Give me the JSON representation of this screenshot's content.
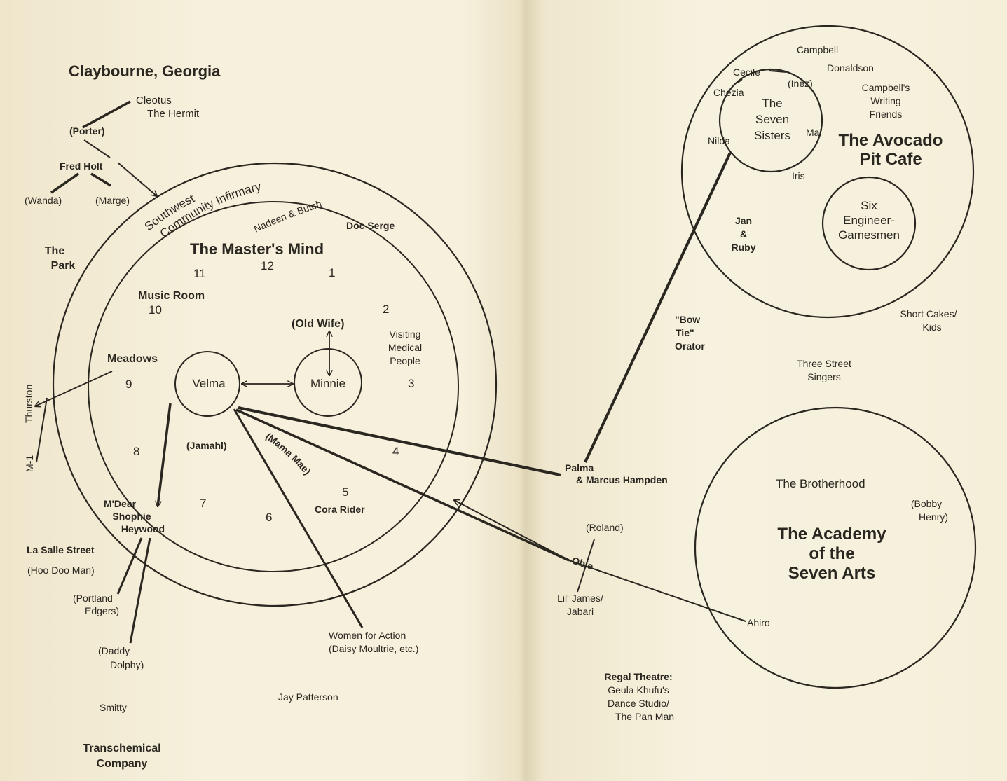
{
  "title": "Claybourne, Georgia",
  "left": {
    "cleotus": [
      "Cleotus",
      "The Hermit"
    ],
    "porter": "(Porter)",
    "fred_holt": "Fred Holt",
    "wanda": "(Wanda)",
    "marge": "(Marge)",
    "the_park": [
      "The",
      "Park"
    ],
    "infirmary_arc": [
      "Southwest",
      "Community Infirmary"
    ],
    "nadeen_butch": "Nadeen & Butch",
    "doc_serge": "Doc Serge",
    "masters_mind": "The Master's Mind",
    "clock_numbers": [
      "1",
      "2",
      "3",
      "4",
      "5",
      "6",
      "7",
      "8",
      "9",
      "10",
      "11",
      "12"
    ],
    "music_room": "Music Room",
    "old_wife": "(Old Wife)",
    "visiting": [
      "Visiting",
      "Medical",
      "People"
    ],
    "meadows": "Meadows",
    "velma": "Velma",
    "minnie": "Minnie",
    "thurston": "Thurston",
    "m1": "M-1",
    "jamahl": "(Jamahl)",
    "mama_mae": "(Mama Mae)",
    "cora_rider": "Cora Rider",
    "mdear": [
      "M'Dear",
      "Shophie",
      "Heywood"
    ],
    "la_salle": "La Salle Street",
    "hoo_doo": "(Hoo Doo Man)",
    "portland": [
      "(Portland",
      "Edgers)"
    ],
    "daddy": [
      "(Daddy",
      "Dolphy)"
    ],
    "women_for_action": [
      "Women for Action",
      "(Daisy Moultrie, etc.)"
    ],
    "smitty": "Smitty",
    "jay_patterson": "Jay Patterson",
    "transchemical": [
      "Transchemical",
      "Company"
    ]
  },
  "right": {
    "campbell": "Campbell",
    "donaldson": "Donaldson",
    "cecile": "Cecile",
    "inez": "(Inez)",
    "chezia": "Chezia",
    "campbells_friends": [
      "Campbell's",
      "Writing",
      "Friends"
    ],
    "seven_sisters": [
      "The",
      "Seven",
      "Sisters"
    ],
    "nilda": "Nilda",
    "mai": "Mai",
    "iris": "Iris",
    "avocado": [
      "The Avocado",
      "Pit Cafe"
    ],
    "six_engineer": [
      "Six",
      "Engineer-",
      "Gamesmen"
    ],
    "jan_ruby": [
      "Jan",
      "&",
      "Ruby"
    ],
    "bow_tie": [
      "\"Bow",
      "Tie\"",
      "Orator"
    ],
    "short_cakes": [
      "Short Cakes/",
      "Kids"
    ],
    "three_street": [
      "Three Street",
      "Singers"
    ],
    "palma": [
      "Palma",
      "& Marcus Hampden"
    ],
    "brotherhood": "The Brotherhood",
    "bobby_henry": [
      "(Bobby",
      "Henry)"
    ],
    "academy": [
      "The Academy",
      "of the",
      "Seven Arts"
    ],
    "roland": "(Roland)",
    "obie": "Obie",
    "lil_james": [
      "Lil' James/",
      "Jabari"
    ],
    "ahiro": "Ahiro",
    "regal": [
      "Regal Theatre:",
      "Geula Khufu's",
      "Dance Studio/",
      "The Pan Man"
    ]
  }
}
